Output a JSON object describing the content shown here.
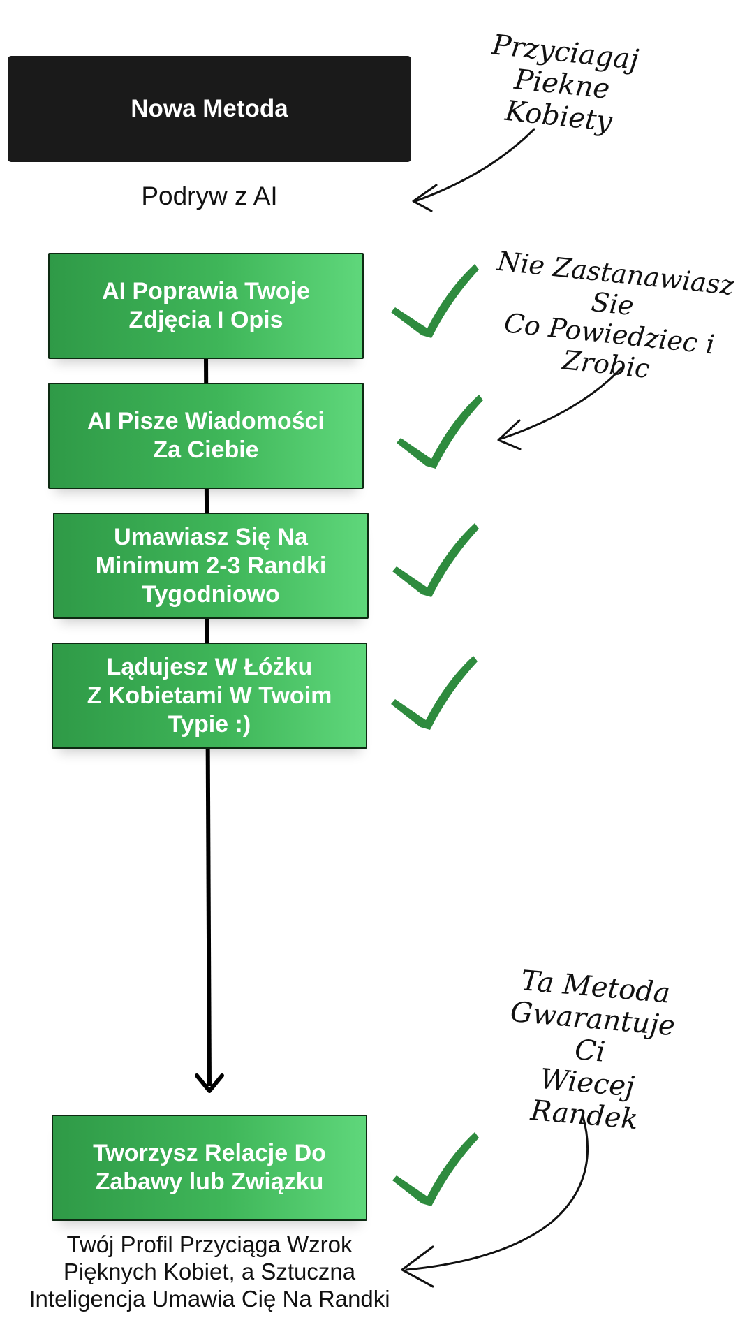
{
  "header": {
    "title": "Nowa Metoda",
    "subtitle": "Podryw z AI"
  },
  "steps": [
    {
      "label": "AI Poprawia Twoje\nZdjęcia I Opis"
    },
    {
      "label": "AI Pisze Wiadomości\nZa Ciebie"
    },
    {
      "label": "Umawiasz Się Na\nMinimum 2-3 Randki\nTygodniowo"
    },
    {
      "label": "Lądujesz W Łóżku\nZ Kobietami W Twoim\nTypie :)"
    },
    {
      "label": "Tworzysz Relacje Do\nZabawy lub Związku"
    }
  ],
  "notes": {
    "attract": "Przyciagaj\nPiekne Kobiety",
    "no_thinking": "Nie Zastanawiasz Sie\nCo Powiedziec i Zrobic",
    "guarantee": "Ta Metoda\nGwarantuje Ci\nWiecej Randek"
  },
  "footer": {
    "text": "Twój Profil Przyciąga Wzrok\nPięknych Kobiet, a Sztuczna\nInteligencja Umawia Cię Na Randki"
  },
  "colors": {
    "step_green": "#3fb659",
    "check_green": "#2e8b3e",
    "header_bg": "#1a1a1a"
  },
  "icons": {
    "check": "check-mark-icon",
    "arrow": "hand-drawn-arrow-icon"
  }
}
